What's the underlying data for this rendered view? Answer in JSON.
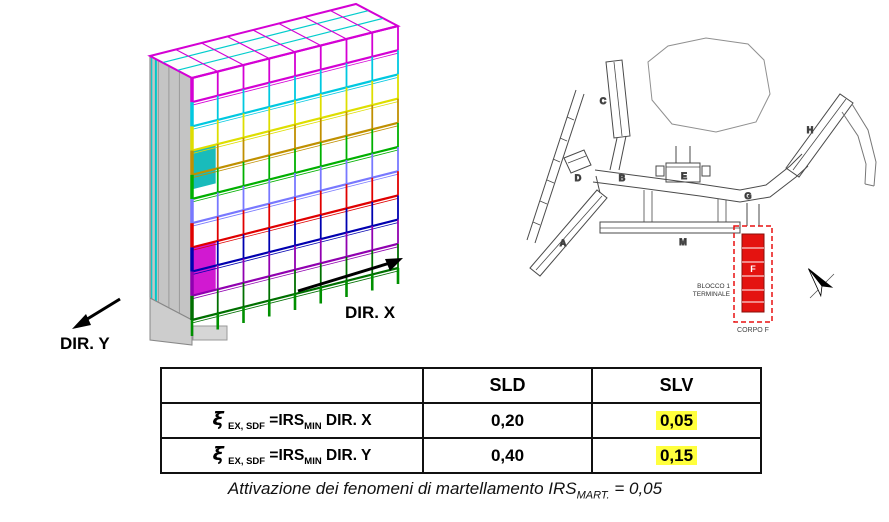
{
  "model": {
    "dir_x": "DIR. X",
    "dir_y": "DIR. Y",
    "floor_colors": [
      "#d400d4",
      "#00c8e0",
      "#dede00",
      "#c09000",
      "#00b000",
      "#7878ff",
      "#e00000",
      "#0000b0",
      "#9000b0",
      "#007000"
    ],
    "ground_color": "#009000",
    "wall_color": "#c4c4c4"
  },
  "plan": {
    "labels": {
      "a": "A",
      "b": "B",
      "c": "C",
      "d": "D",
      "e": "E",
      "f": "F",
      "g": "G",
      "h": "H",
      "m": "M"
    },
    "blocco": "BLOCCO 1",
    "terminale": "TERMINALE",
    "corpo": "CORPO F",
    "highlight": "#e41310"
  },
  "table": {
    "col_sld": "SLD",
    "col_slv": "SLV",
    "highlight": "#ffff3d",
    "rows": [
      {
        "xi": "ξ",
        "sub": "EX, SDF",
        "eq": "=IRS",
        "eqsub": "MIN",
        "dir": "DIR. X",
        "sld": "0,20",
        "slv": "0,05"
      },
      {
        "xi": "ξ",
        "sub": "EX, SDF",
        "eq": "=IRS",
        "eqsub": "MIN",
        "dir": "DIR.  Y",
        "sld": "0,40",
        "slv": "0,15"
      }
    ]
  },
  "caption": {
    "text": "Attivazione dei fenomeni di martellamento IRS",
    "sub": "MART.",
    "tail": " = 0,05"
  }
}
